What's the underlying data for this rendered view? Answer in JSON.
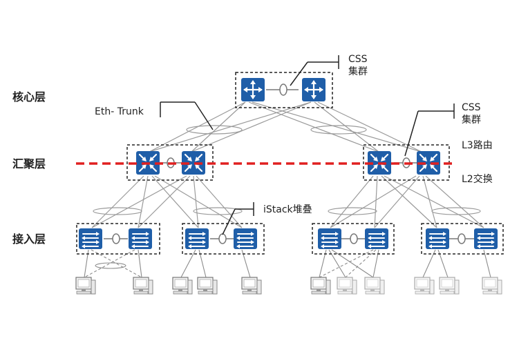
{
  "layers": {
    "core": "核心层",
    "aggregation": "汇聚层",
    "access": "接入层"
  },
  "annotations": {
    "eth_trunk": "Eth- Trunk",
    "css_top_line1": "CSS",
    "css_top_line2": "集群",
    "css_right_line1": "CSS",
    "css_right_line2": "集群",
    "istack": "iStack堆叠",
    "l3": "L3路由",
    "l2": "L2交换"
  },
  "colors": {
    "device_fill": "#1f5ea8",
    "divider": "#e02020",
    "link": "#9a9a9a"
  },
  "icons": {
    "core_device": "core-switch-icon",
    "aggregation_device": "aggregation-switch-icon",
    "access_device": "access-switch-icon",
    "terminal": "pc-terminal-icon"
  }
}
